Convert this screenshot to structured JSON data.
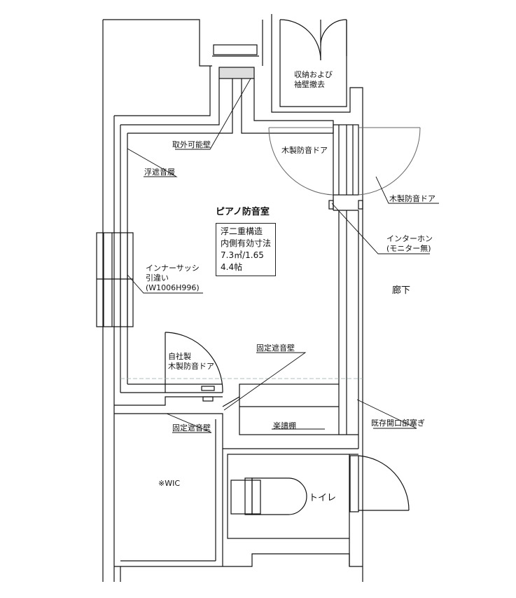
{
  "rooms": {
    "piano_room": "ピアノ防音室",
    "corridor": "廊下",
    "toilet": "トイレ",
    "wic": "※WIC"
  },
  "spec_box": {
    "line1": "浮二重構造",
    "line2": "内側有効寸法",
    "line3": "7.3㎡/1.65",
    "line4": "4.4帖"
  },
  "labels": {
    "storage": [
      "収納および",
      "袖壁撤去"
    ],
    "removable_wall": "取外可能壁",
    "wooden_door_top": "木製防音ドア",
    "wooden_door_right": "木製防音ドア",
    "floating_layer": "浮遮音層",
    "intercom": [
      "インターホン",
      "(モニター無)"
    ],
    "inner_sash": [
      "インナーサッシ",
      "引違い",
      "(W1006H996)"
    ],
    "fixed_wall_right": "固定遮音壁",
    "own_door": [
      "自社製",
      "木製防音ドア"
    ],
    "fixed_wall_left": "固定遮音壁",
    "sheet_shelf": "楽譜棚",
    "existing_opening": "既存開口部塞ぎ"
  },
  "colors": {
    "line": "#111111",
    "wall_fill": "#ffffff",
    "guide": "#9aa"
  }
}
